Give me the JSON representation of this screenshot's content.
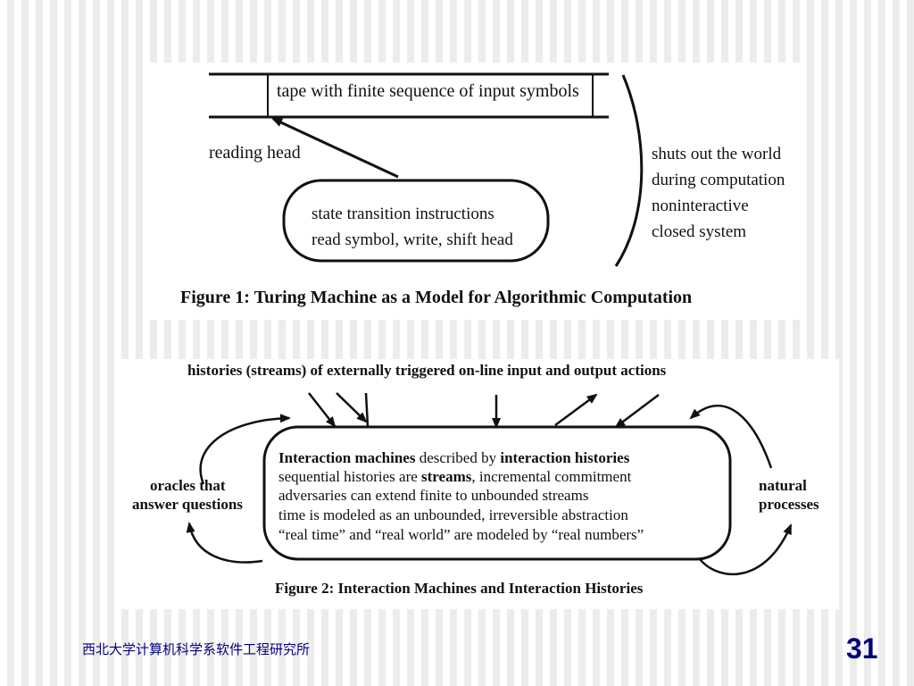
{
  "fig1": {
    "tape_label": "tape with finite sequence of input symbols",
    "reading_head": "reading head",
    "state_line1": "state transition instructions",
    "state_line2": "read symbol, write, shift head",
    "side_notes": [
      "shuts out the world",
      "during computation",
      "noninteractive",
      "closed system"
    ],
    "caption": "Figure 1: Turing Machine as a Model for Algorithmic Computation"
  },
  "fig2": {
    "top_label": "histories (streams)  of externally triggered on-line input and output actions",
    "box_line1_bold_a": "Interaction machines",
    "box_line1_mid": " described by ",
    "box_line1_bold_b": "interaction histories",
    "box_line2_a": "sequential histories are ",
    "box_line2_bold": "streams",
    "box_line2_b": ", incremental commitment",
    "box_line3": "adversaries can extend finite to unbounded streams",
    "box_line4": "time is modeled as an unbounded, irreversible abstraction",
    "box_line5": "“real time” and “real world” are modeled by “real numbers”",
    "left_label": [
      "oracles that",
      "answer questions"
    ],
    "right_label": [
      "natural",
      "processes"
    ],
    "caption": "Figure 2: Interaction Machines and Interaction Histories"
  },
  "footer": {
    "institution": "西北大学计算机科学系软件工程研究所",
    "page_number": "31"
  },
  "colors": {
    "footer_text": "#000080",
    "line": "#111111"
  }
}
